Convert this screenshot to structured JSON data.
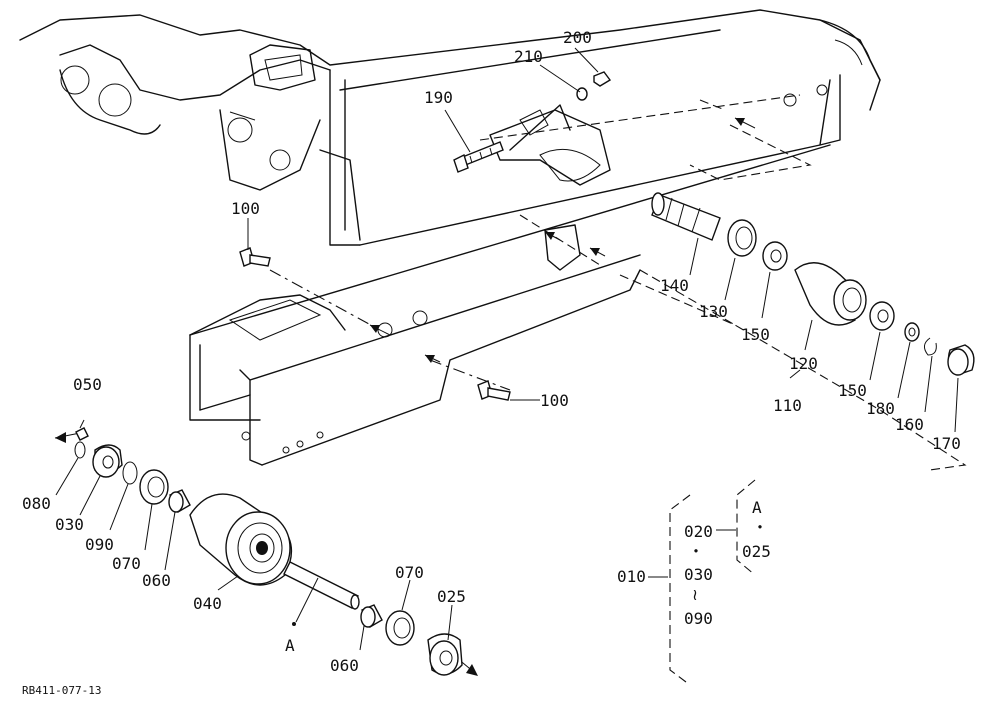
{
  "drawing_code": "RB411-077-13",
  "callouts": {
    "c010": "010",
    "c020": "020",
    "c025": "025",
    "c025b": "025",
    "c030": "030",
    "c030b": "030",
    "c040": "040",
    "c050": "050",
    "c060": "060",
    "c060b": "060",
    "c070": "070",
    "c070b": "070",
    "c080": "080",
    "c090": "090",
    "c090b": "090",
    "c100": "100",
    "c100b": "100",
    "c110": "110",
    "c120": "120",
    "c130": "130",
    "c140": "140",
    "c150": "150",
    "c150b": "150",
    "c160": "160",
    "c170": "170",
    "c180": "180",
    "c190": "190",
    "c200": "200",
    "c210": "210"
  },
  "reference_marks": {
    "shaft_ref": "A",
    "legend_ref": "A",
    "dot": "・",
    "dot2": "・",
    "dot3": "・",
    "tilde": "≀"
  }
}
